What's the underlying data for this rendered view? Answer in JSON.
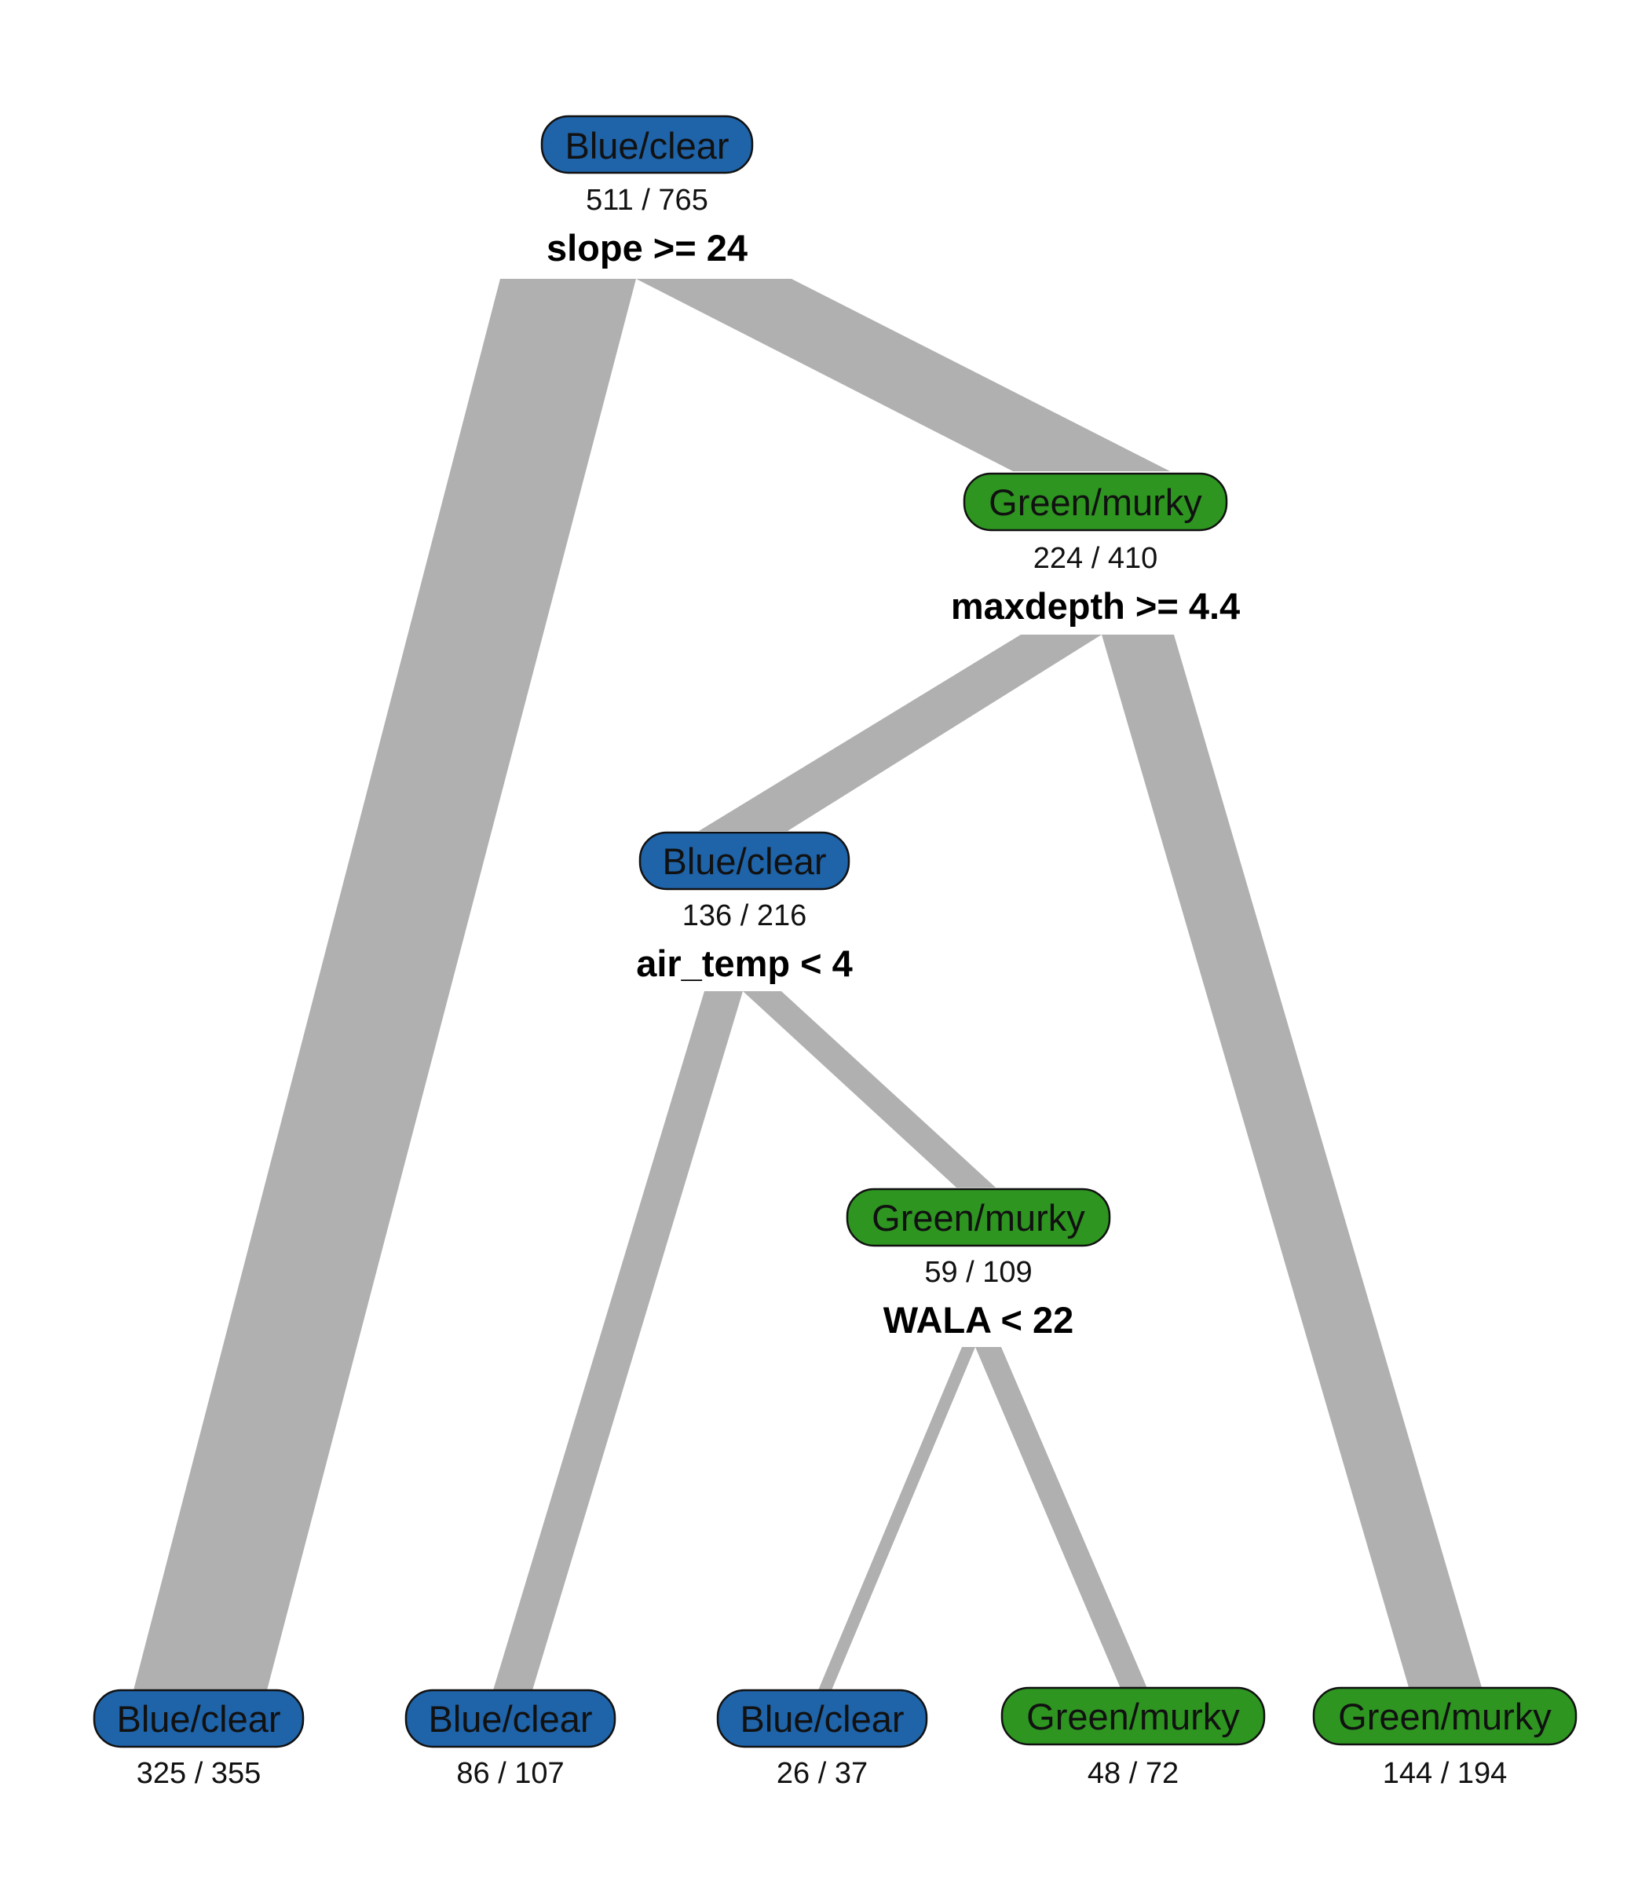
{
  "colors": {
    "blue": "#1f63a8",
    "green": "#2e9521",
    "branch": "#b0b0b0"
  },
  "nodes": {
    "root": {
      "label": "Blue/clear",
      "count": "511 / 765",
      "split": "slope >= 24",
      "class": "blue"
    },
    "n2": {
      "label": "Green/murky",
      "count": "224 / 410",
      "split": "maxdepth >= 4.4",
      "class": "green"
    },
    "n3": {
      "label": "Blue/clear",
      "count": "136 / 216",
      "split": "air_temp < 4",
      "class": "blue"
    },
    "n4": {
      "label": "Green/murky",
      "count": "59 / 109",
      "split": "WALA < 22",
      "class": "green"
    },
    "leaf1": {
      "label": "Blue/clear",
      "count": "325 / 355",
      "class": "blue"
    },
    "leaf2": {
      "label": "Blue/clear",
      "count": "86 / 107",
      "class": "blue"
    },
    "leaf3": {
      "label": "Blue/clear",
      "count": "26 / 37",
      "class": "blue"
    },
    "leaf4": {
      "label": "Green/murky",
      "count": "48 / 72",
      "class": "green"
    },
    "leaf5": {
      "label": "Green/murky",
      "count": "144 / 194",
      "class": "green"
    }
  }
}
